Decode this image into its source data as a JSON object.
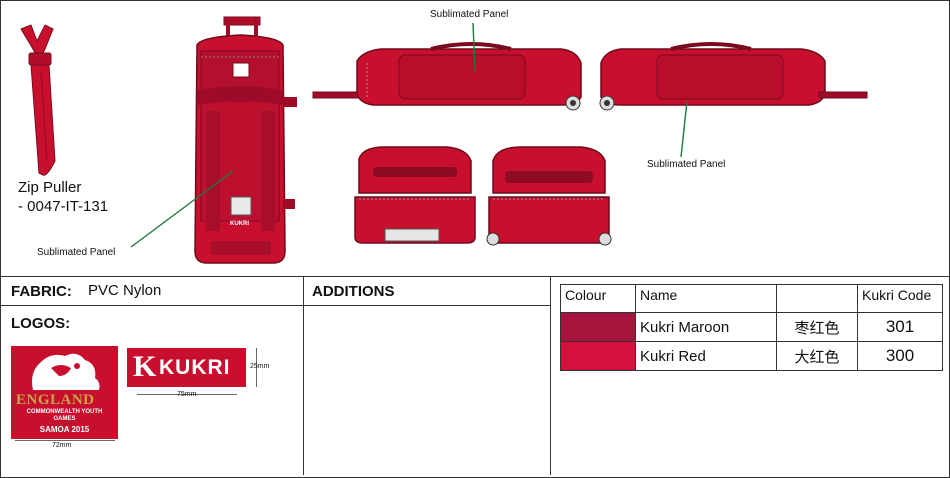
{
  "annotations": {
    "zip_puller_label": "Zip Puller",
    "zip_puller_code": "- 0047-IT-131",
    "sublimated_panel_top": "Sublimated Panel",
    "sublimated_panel_right": "Sublimated Panel",
    "sublimated_panel_left": "Sublimated Panel"
  },
  "spec": {
    "fabric_label": "FABRIC:",
    "fabric_value": "PVC Nylon",
    "logos_label": "LOGOS:",
    "additions_label": "ADDITIONS"
  },
  "logos": {
    "england": {
      "title": "ENGLAND",
      "line1": "COMMONWEALTH YOUTH",
      "line2": "GAMES",
      "line3": "SAMOA 2015",
      "width_dim": "72mm"
    },
    "kukri": {
      "mark": "K",
      "wordmark": "KUKRI",
      "width_dim": "75mm",
      "height_dim": "25mm"
    }
  },
  "bag_print": {
    "kukri_tag": "KUKRI"
  },
  "colour_table": {
    "headers": [
      "Colour",
      "Name",
      "",
      "Kukri Code"
    ],
    "rows": [
      {
        "swatch": "#a4143c",
        "name": "Kukri Maroon",
        "chinese": "枣红色",
        "code": "301"
      },
      {
        "swatch": "#d4103e",
        "name": "Kukri Red",
        "chinese": "大红色",
        "code": "300"
      }
    ]
  }
}
